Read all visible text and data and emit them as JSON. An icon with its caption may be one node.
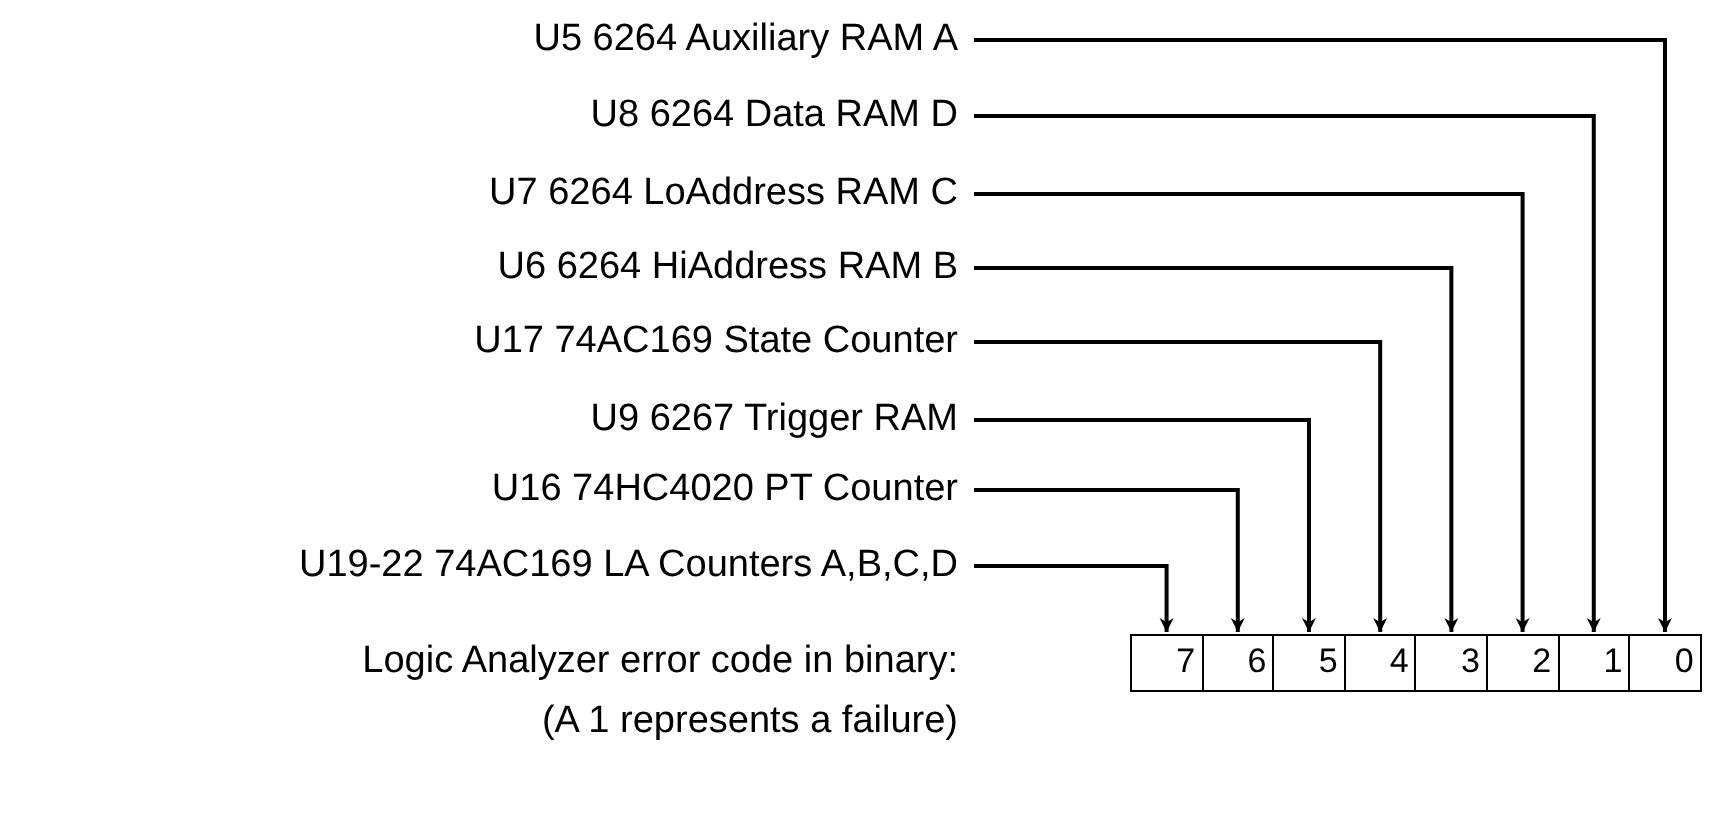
{
  "diagram": {
    "nodes": [
      {
        "text": [
          "U5 6264 Auxiliary RAM A"
        ]
      },
      {
        "text": [
          "U8 6264 Data RAM D"
        ]
      },
      {
        "text": [
          "U7 6264 LoAddress RAM C"
        ]
      },
      {
        "text": [
          "U6 6264 HiAddress RAM B"
        ]
      },
      {
        "text": [
          "U17 74AC169 State Counter"
        ]
      },
      {
        "text": [
          "U9 6267 Trigger RAM"
        ]
      },
      {
        "text": [
          "U16 74HC4020 PT Counter"
        ]
      },
      {
        "text": [
          "U19-22 74AC169 LA Counters A,B,C,D"
        ]
      },
      {
        "text": [
          "7"
        ]
      },
      {
        "text": [
          "6"
        ]
      },
      {
        "text": [
          "5"
        ]
      },
      {
        "text": [
          "4"
        ]
      },
      {
        "text": [
          "3"
        ]
      },
      {
        "text": [
          "2"
        ]
      },
      {
        "text": [
          "1"
        ]
      },
      {
        "text": [
          "0"
        ]
      }
    ],
    "edges": [
      {
        "from": 0,
        "to": 15,
        "arrow": "to"
      },
      {
        "from": 1,
        "to": 14,
        "arrow": "to"
      },
      {
        "from": 2,
        "to": 13,
        "arrow": "to"
      },
      {
        "from": 3,
        "to": 12,
        "arrow": "to"
      },
      {
        "from": 4,
        "to": 11,
        "arrow": "to"
      },
      {
        "from": 5,
        "to": 10,
        "arrow": "to"
      },
      {
        "from": 6,
        "to": 9,
        "arrow": "to"
      },
      {
        "from": 7,
        "to": 8,
        "arrow": "to"
      }
    ],
    "labels": [
      "Logic Analyzer error code in binary:",
      "(A 1 represents a failure)"
    ]
  }
}
